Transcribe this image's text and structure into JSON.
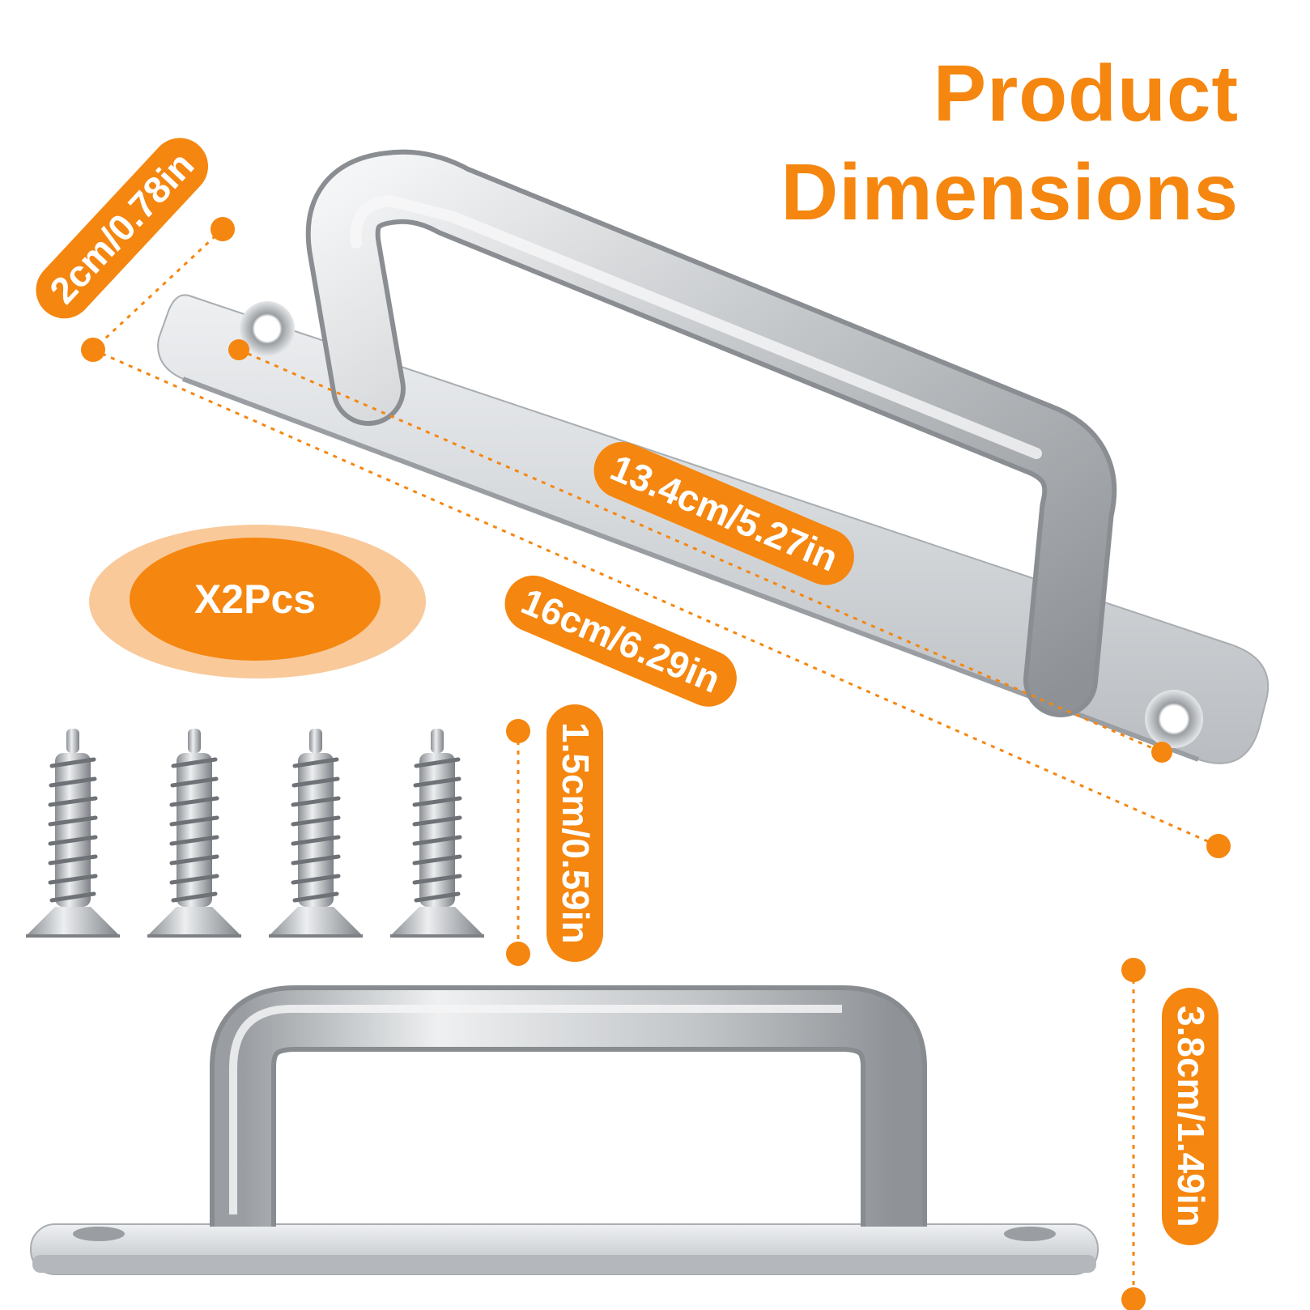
{
  "title": {
    "line1": "Product",
    "line2": "Dimensions"
  },
  "quantity_badge": "X2Pcs",
  "dimensions": {
    "plate_width": "2cm/0.78in",
    "hole_spacing": "13.4cm/5.27in",
    "total_length": "16cm/6.29in",
    "screw_length": "1.5cm/0.59in",
    "handle_height": "3.8cm/1.49in"
  },
  "colors": {
    "accent": "#F5860F",
    "accent_light": "#F9C99A",
    "metal": "#C9CCCF"
  },
  "icons": [
    "handle-perspective-image",
    "handle-front-image",
    "screw-image"
  ]
}
